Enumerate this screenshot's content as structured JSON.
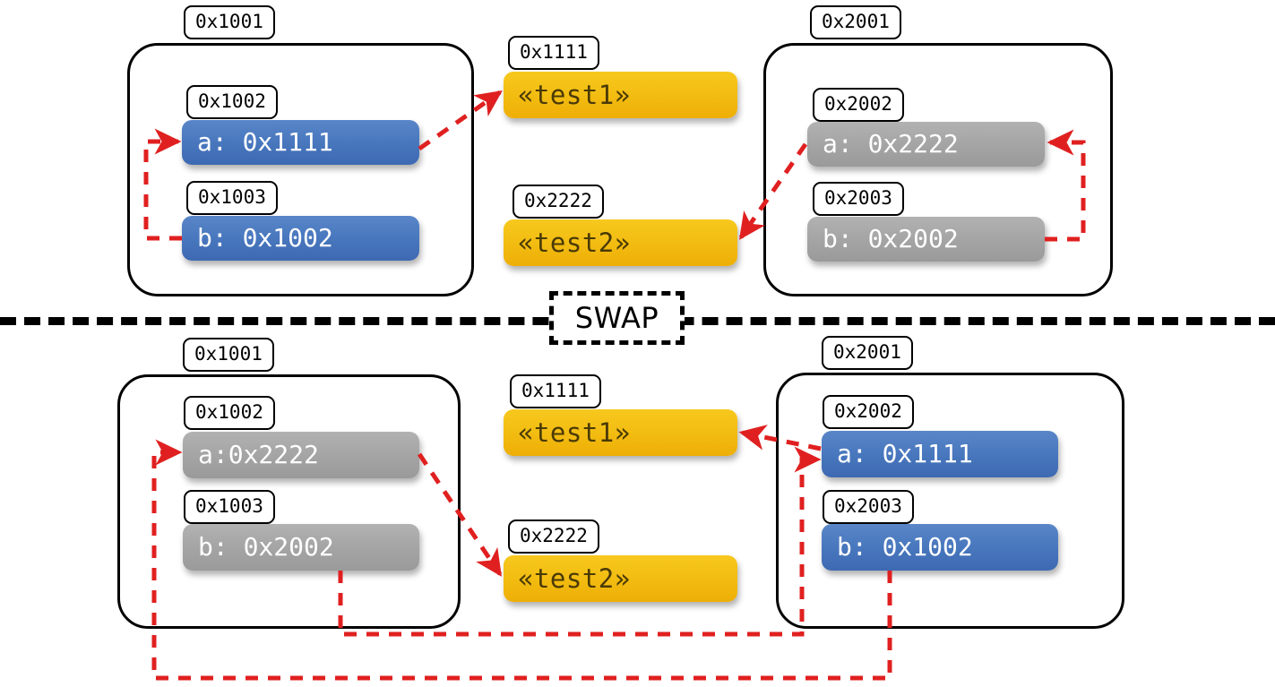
{
  "diagram": {
    "title": "SWAP",
    "divider_label": "SWAP",
    "accent_colors": {
      "pointer_blue": "#4a79bf",
      "value_gray": "#a6a6a6",
      "string_yellow": "#f3be13",
      "arrow_red": "#e02020",
      "outline_black": "#000000"
    }
  },
  "before": {
    "left_region": {
      "address": "0x1001",
      "slots": [
        {
          "address": "0x1002",
          "value": "a: 0x1111",
          "style": "blue"
        },
        {
          "address": "0x1003",
          "value": "b: 0x1002",
          "style": "blue"
        }
      ]
    },
    "right_region": {
      "address": "0x2001",
      "slots": [
        {
          "address": "0x2002",
          "value": "a: 0x2222",
          "style": "gray"
        },
        {
          "address": "0x2003",
          "value": "b: 0x2002",
          "style": "gray"
        }
      ]
    },
    "strings": [
      {
        "address": "0x1111",
        "value": "«test1»"
      },
      {
        "address": "0x2222",
        "value": "«test2»"
      }
    ]
  },
  "after": {
    "left_region": {
      "address": "0x1001",
      "slots": [
        {
          "address": "0x1002",
          "value": "a:0x2222",
          "style": "gray"
        },
        {
          "address": "0x1003",
          "value": "b: 0x2002",
          "style": "gray"
        }
      ]
    },
    "right_region": {
      "address": "0x2001",
      "slots": [
        {
          "address": "0x2002",
          "value": "a: 0x1111",
          "style": "blue"
        },
        {
          "address": "0x2003",
          "value": "b: 0x1002",
          "style": "blue"
        }
      ]
    },
    "strings": [
      {
        "address": "0x1111",
        "value": "«test1»"
      },
      {
        "address": "0x2222",
        "value": "«test2»"
      }
    ]
  }
}
